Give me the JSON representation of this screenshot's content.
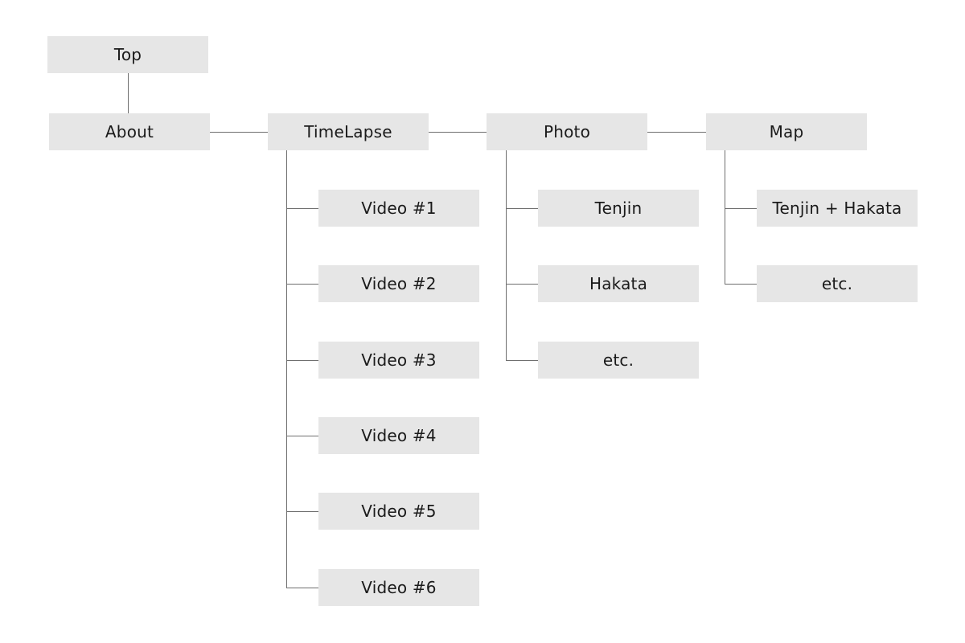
{
  "sitemap": {
    "top": "Top",
    "about": "About",
    "timelapse": {
      "label": "TimeLapse",
      "children": [
        "Video #1",
        "Video #2",
        "Video #3",
        "Video #4",
        "Video #5",
        "Video #6"
      ]
    },
    "photo": {
      "label": "Photo",
      "children": [
        "Tenjin",
        "Hakata",
        "etc."
      ]
    },
    "map": {
      "label": "Map",
      "children": [
        "Tenjin + Hakata",
        "etc."
      ]
    }
  },
  "colors": {
    "node_fill": "#e6e6e6",
    "connector": "#6f6f6f",
    "text": "#1a1a1a"
  }
}
